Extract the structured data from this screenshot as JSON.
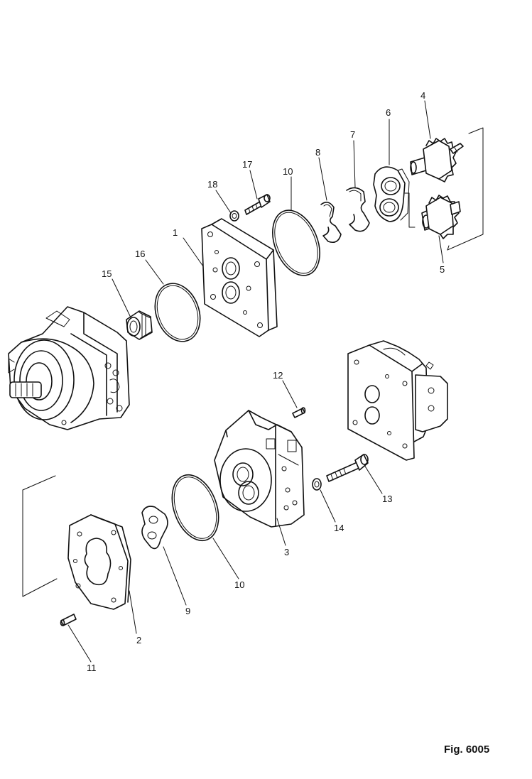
{
  "figure": {
    "caption": "Fig. 6005"
  },
  "callouts": [
    {
      "id": "p1",
      "label": "1"
    },
    {
      "id": "p2",
      "label": "2"
    },
    {
      "id": "p3",
      "label": "3"
    },
    {
      "id": "p4",
      "label": "4"
    },
    {
      "id": "p5",
      "label": "5"
    },
    {
      "id": "p6",
      "label": "6"
    },
    {
      "id": "p7",
      "label": "7"
    },
    {
      "id": "p8",
      "label": "8"
    },
    {
      "id": "p9",
      "label": "9"
    },
    {
      "id": "p10a",
      "label": "10"
    },
    {
      "id": "p10b",
      "label": "10"
    },
    {
      "id": "p11",
      "label": "11"
    },
    {
      "id": "p12",
      "label": "12"
    },
    {
      "id": "p13",
      "label": "13"
    },
    {
      "id": "p14",
      "label": "14"
    },
    {
      "id": "p15",
      "label": "15"
    },
    {
      "id": "p16",
      "label": "16"
    },
    {
      "id": "p17",
      "label": "17"
    },
    {
      "id": "p18",
      "label": "18"
    }
  ]
}
